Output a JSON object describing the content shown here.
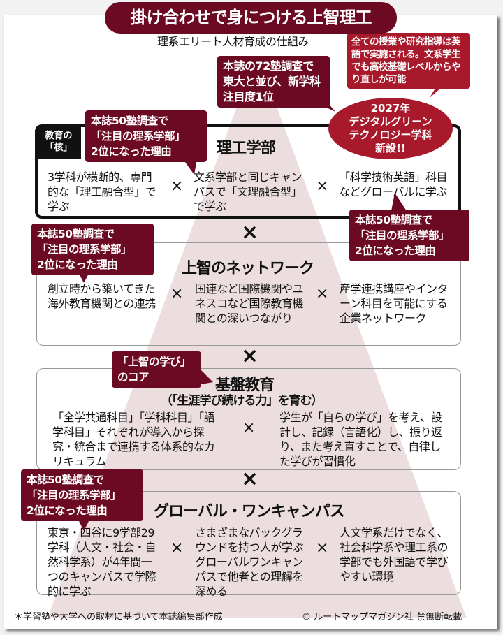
{
  "title": "掛け合わせで身につける上智理工",
  "subtitle": "理系エリート人材育成の仕組み",
  "top_note": "全ての授業や研究指導は英語で実施される。文系学生でも高校基礎レベルからやり直しが可能",
  "top_callout": "本誌の72塾調査で東大と並び、新学科注目度1位",
  "ellipse": {
    "line1": "2027年",
    "line2": "デジタルグリーン",
    "line3": "テクノロジー学科",
    "line4": "新設!!"
  },
  "callout_rank": "本誌50塾調査で「注目の理系学部」2位になった理由",
  "callout_rank_lines": [
    "本誌50塾調査で",
    "「注目の理系学部」",
    "2位になった理由"
  ],
  "sections": [
    {
      "label": "教育の「核」",
      "heading": "理工学部",
      "items": [
        "3学科が横断的、専門的な「理工融合型」で学ぶ",
        "文系学部と同じキャンパスで「文理融合型」で学ぶ",
        "「科学技術英語」科目などグローバルに学ぶ"
      ]
    },
    {
      "heading": "上智のネットワーク",
      "items": [
        "創立時から築いてきた海外教育機関との連携",
        "国連など国際機関やユネスコなど国際教育機関との深いつながり",
        "産学連携講座やインターン科目を可能にする企業ネットワーク"
      ]
    },
    {
      "callout": "「上智の学び」のコア",
      "heading": "基盤教育",
      "subheading": "（「生涯学び続ける力」を育む）",
      "items": [
        "「全学共通科目」「学科科目」「語学科目」それぞれが導入から探究・統合まで連携する体系的なカリキュラム",
        "学生が「自らの学び」を考え、設計し、記録（言語化）し、振り返り、また考え直すことで、自律した学びが習慣化"
      ]
    },
    {
      "heading": "グローバル・ワンキャンパス",
      "items": [
        "東京・四谷に9学部29学科（人文・社会・自然科学系）が4年間一つのキャンパスで学際的に学ぶ",
        "さまざまなバックグラウンドを持つ人が学ぶグローバルワンキャンパスで他者との理解を深める",
        "人文学系だけでなく、社会科学系や理工系の学部でも外国語で学びやすい環境"
      ]
    }
  ],
  "times": "×",
  "footer": {
    "note": "＊学習塾や大学への取材に基づいて本誌編集部作成",
    "copyright": "© ルートマップマガジン社 禁無断転載"
  },
  "colors": {
    "maroon": "#6b0a22",
    "red": "#a8192b",
    "pyramid": "#ecdede"
  }
}
